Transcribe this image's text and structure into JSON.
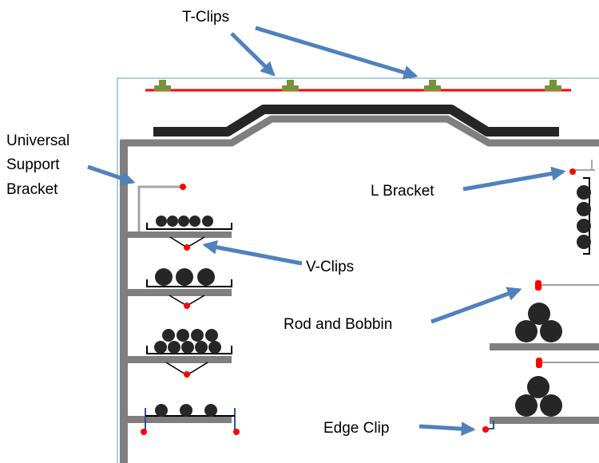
{
  "labels": {
    "t_clips": "T-Clips",
    "universal_support_bracket": [
      "Universal",
      "Support",
      "Bracket"
    ],
    "v_clips": "V-Clips",
    "l_bracket": "L Bracket",
    "rod_and_bobbin": "Rod and Bobbin",
    "edge_clip": "Edge Clip"
  },
  "colors": {
    "structure": "#7f7f7f",
    "cable": "#262626",
    "t_clip": "#76923c",
    "rail": "#ff0000",
    "clip_dot": "#ff0000",
    "arrow": "#4f81bd",
    "frame_border": "#5b9bd5",
    "edge_clip": "#2f5597"
  }
}
